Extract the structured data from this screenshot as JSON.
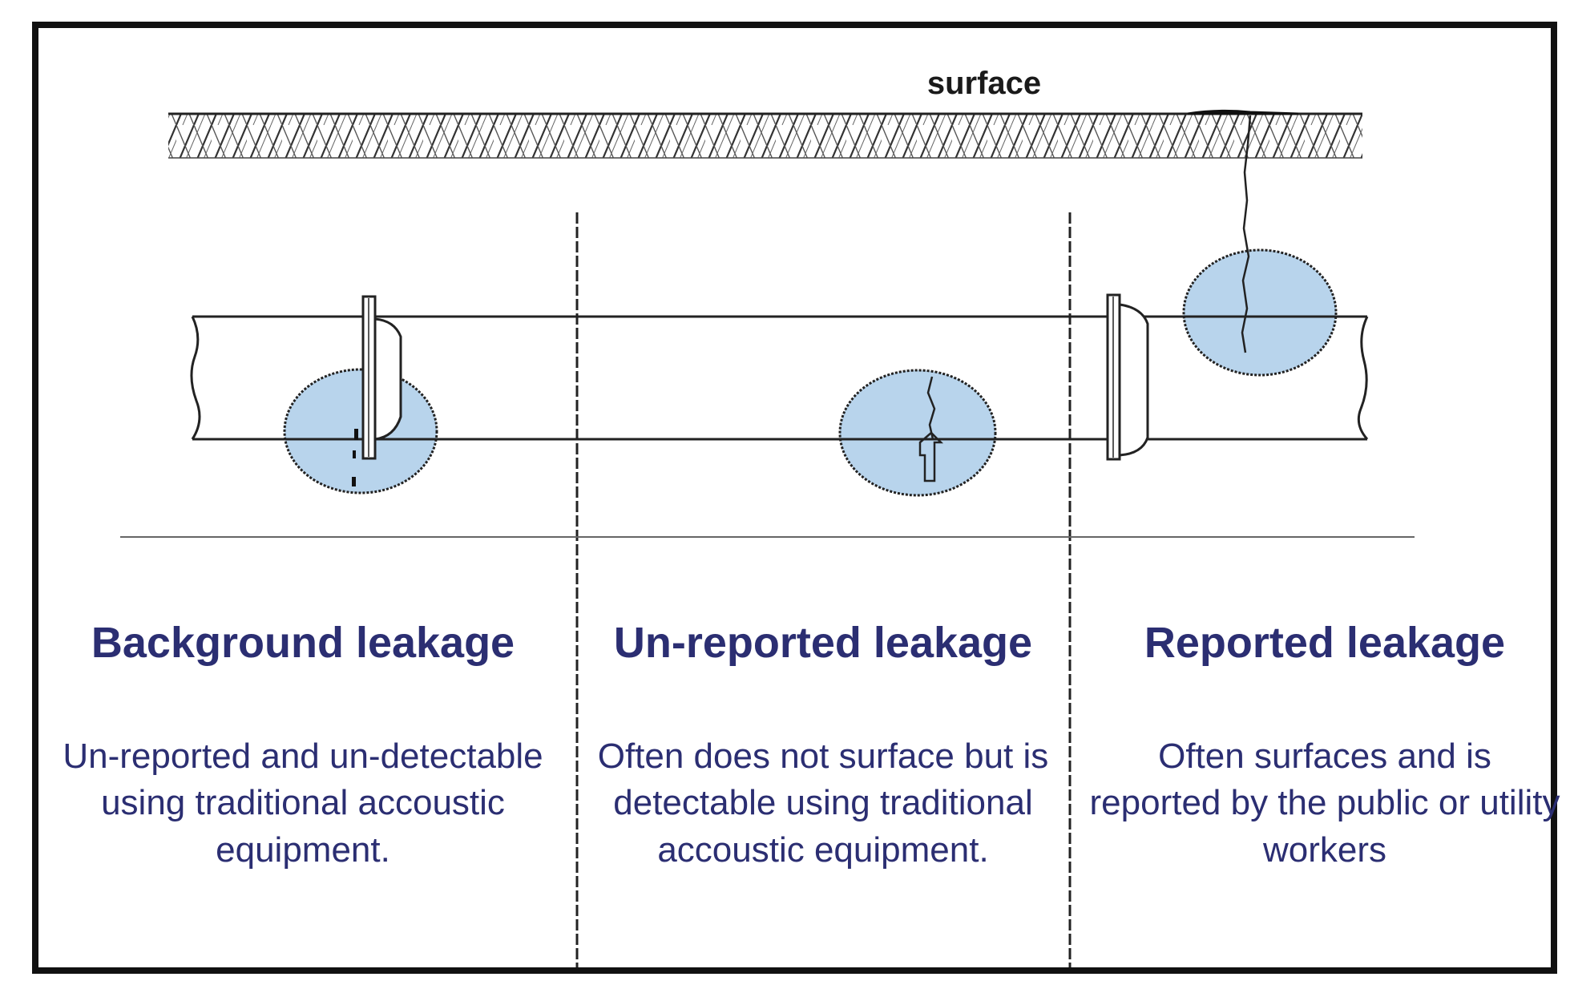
{
  "surface_label": "surface",
  "colors": {
    "frame": "#111111",
    "leak_fill": "#b8d4ec",
    "text": "#2b2e72",
    "line": "#222222"
  },
  "icons": {
    "joint_leak": "pipe-joint-leak-icon",
    "pipe_crack": "pipe-crack-icon",
    "surface_crack": "surface-crack-icon"
  },
  "columns": [
    {
      "title": "Background leakage",
      "description": [
        "Un-reported and un-detectable",
        "using traditional accoustic",
        "equipment."
      ]
    },
    {
      "title": "Un-reported leakage",
      "description": [
        "Often does not surface but is",
        "detectable using traditional",
        "accoustic equipment."
      ]
    },
    {
      "title": "Reported leakage",
      "description": [
        "Often surfaces and is",
        "reported by the public or utility",
        "workers"
      ]
    }
  ]
}
